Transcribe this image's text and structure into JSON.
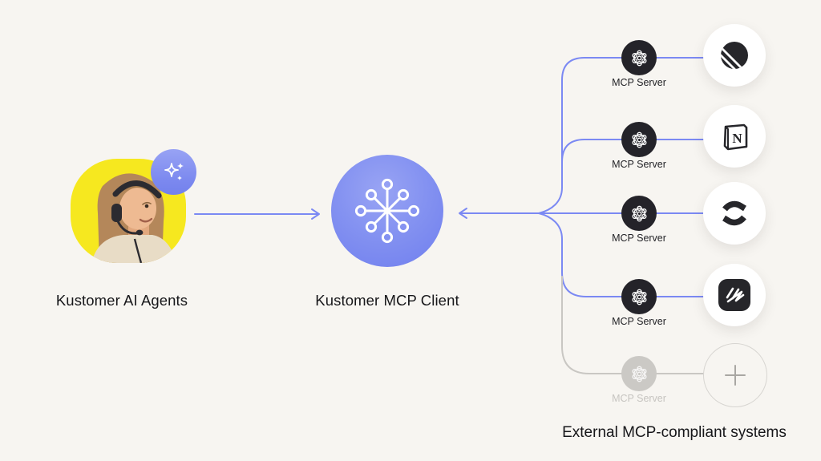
{
  "diagram": {
    "agent": {
      "label": "Kustomer AI Agents",
      "avatar": "support-agent-photo",
      "badge_icon": "sparkles-icon"
    },
    "client": {
      "label": "Kustomer MCP Client",
      "icon": "hub-network-icon"
    },
    "servers": [
      {
        "label": "MCP Server",
        "icon": "mcp-atom-icon",
        "system_icon": "linear-logo-icon",
        "active": true
      },
      {
        "label": "MCP Server",
        "icon": "mcp-atom-icon",
        "system_icon": "notion-logo-icon",
        "active": true
      },
      {
        "label": "MCP Server",
        "icon": "mcp-atom-icon",
        "system_icon": "confluence-logo-icon",
        "active": true
      },
      {
        "label": "MCP Server",
        "icon": "mcp-atom-icon",
        "system_icon": "scribble-logo-icon",
        "active": true
      },
      {
        "label": "MCP Server",
        "icon": "mcp-atom-icon",
        "system_icon": "plus-placeholder-icon",
        "active": false
      }
    ],
    "caption": "External MCP-compliant systems",
    "colors": {
      "background": "#f7f5f1",
      "accent_purple": "#7b89f3",
      "node_dark": "#242329",
      "agent_yellow": "#f6e81f",
      "muted_gray": "#c9c7c3",
      "text": "#17171a",
      "logo_black": "#26262a"
    }
  }
}
